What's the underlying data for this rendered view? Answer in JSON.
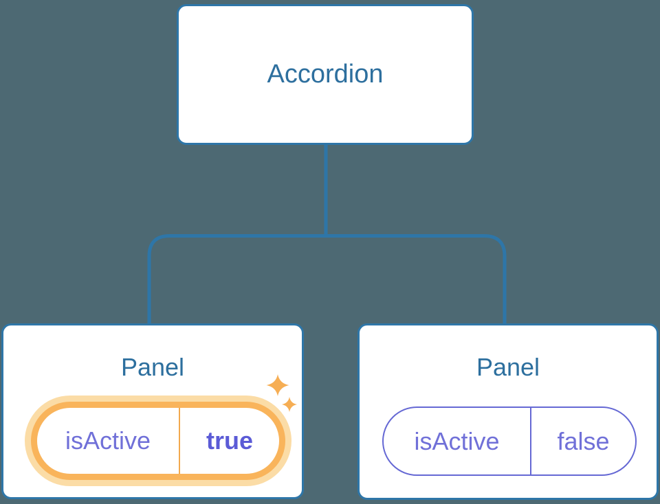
{
  "diagram": {
    "title_hint": "component tree with state",
    "colors": {
      "background": "#4D6973",
      "line_blue": "#2E76A8",
      "heading_blue": "#2D6F9E",
      "state_purple": "#7070D8",
      "state_purple_bold": "#5B5BD6",
      "highlight_orange": "#F9B45B",
      "highlight_halo": "#FBDCA6",
      "sparkle_orange": "#F6AE54",
      "node_fill": "#FFFFFF"
    },
    "root": {
      "label": "Accordion"
    },
    "panels": [
      {
        "label": "Panel",
        "prop": "isActive",
        "value": "true",
        "active": true,
        "highlight_icon": "sparkles-icon"
      },
      {
        "label": "Panel",
        "prop": "isActive",
        "value": "false",
        "active": false
      }
    ]
  }
}
